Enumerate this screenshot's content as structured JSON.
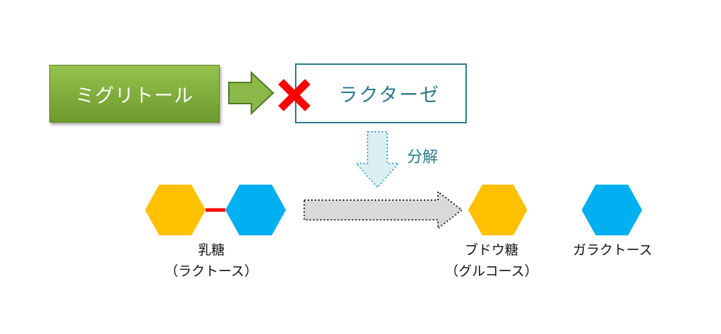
{
  "diagram": {
    "drug": {
      "label": "ミグリトール",
      "color": "#7dae3b"
    },
    "enzyme": {
      "label": "ラクターゼ",
      "color": "#2b7a8a"
    },
    "inhibit_mark": {
      "icon": "cross-icon",
      "color": "#ff0000"
    },
    "decompose_label": "分解",
    "lactose": {
      "name": "乳糖",
      "alias": "（ラクトース）"
    },
    "glucose": {
      "name": "ブドウ糖",
      "alias": "（グルコース）"
    },
    "galactose": {
      "name": "ガラクトース"
    },
    "colors": {
      "glucose_hex": "#ffc000",
      "galactose_hex": "#00b0f0",
      "bond": "#ff0000",
      "process_arrow": "#d9d9d9",
      "down_arrow": "#dbeef4"
    }
  }
}
